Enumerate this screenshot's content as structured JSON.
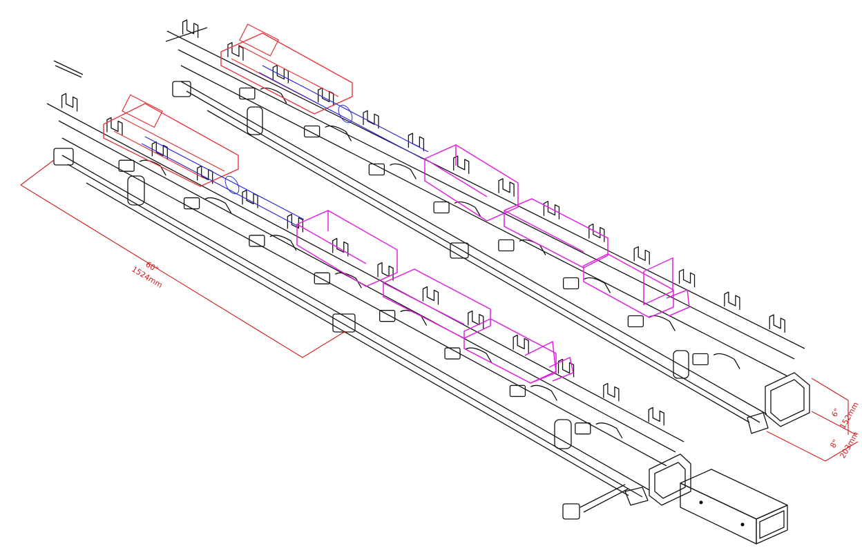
{
  "colors": {
    "frame": "#111111",
    "cylinder_body": "#e8323a",
    "cylinder_rod": "#2b2bd9",
    "actuator_block": "#e020e0",
    "dimension": "#d11a1a",
    "background": "#ffffff"
  },
  "dimensions": {
    "length": {
      "imperial": "60\"",
      "metric": "1524mm"
    },
    "height": {
      "imperial": "6\"",
      "metric": "152mm"
    },
    "width": {
      "imperial": "8\"",
      "metric": "203mm"
    }
  }
}
